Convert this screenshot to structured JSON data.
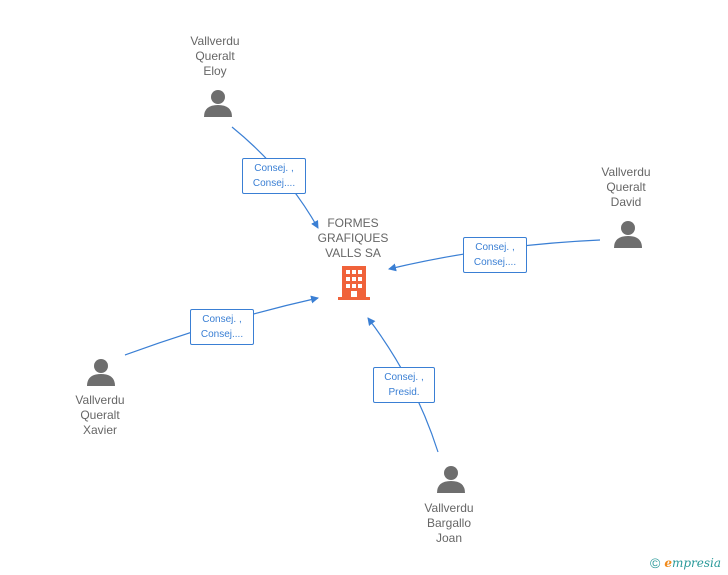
{
  "company": {
    "lines": [
      "FORMES",
      "GRAFIQUES",
      "VALLS SA"
    ]
  },
  "people": [
    {
      "id": "eloy",
      "lines": [
        "Vallverdu",
        "Queralt",
        "Eloy"
      ]
    },
    {
      "id": "david",
      "lines": [
        "Vallverdu",
        "Queralt",
        "David"
      ]
    },
    {
      "id": "xavier",
      "lines": [
        "Vallverdu",
        "Queralt",
        "Xavier"
      ]
    },
    {
      "id": "joan",
      "lines": [
        "Vallverdu",
        "Bargallo",
        "Joan"
      ]
    }
  ],
  "relations": [
    {
      "from": "eloy",
      "lines": [
        "Consej. ,",
        "Consej...."
      ]
    },
    {
      "from": "david",
      "lines": [
        "Consej. ,",
        "Consej...."
      ]
    },
    {
      "from": "xavier",
      "lines": [
        "Consej. ,",
        "Consej...."
      ]
    },
    {
      "from": "joan",
      "lines": [
        "Consej. ,",
        "Presid."
      ]
    }
  ],
  "colors": {
    "edge": "#3a7fd4",
    "person": "#6e6e6e",
    "company": "#f0623a",
    "text": "#666666"
  },
  "footer": {
    "symbol": "©",
    "brand_initial": "e",
    "brand_rest": "mpresia"
  }
}
